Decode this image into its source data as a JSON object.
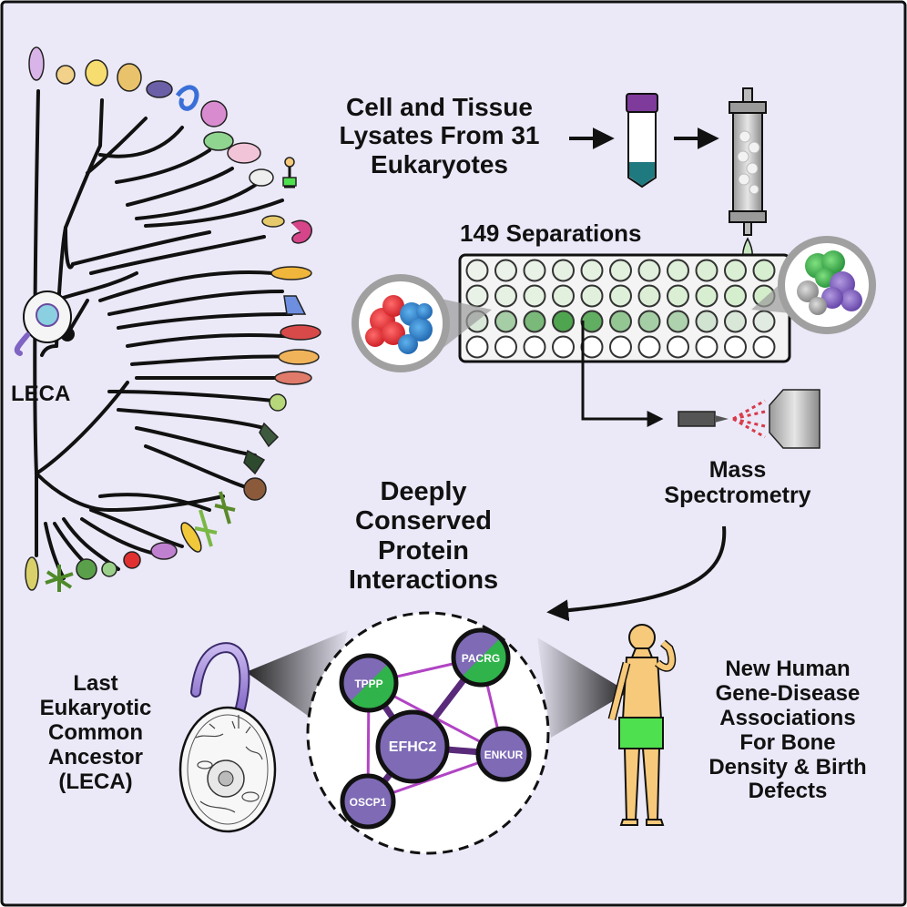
{
  "colors": {
    "background": "#ebe9f7",
    "border": "#111111",
    "purple": "#7e6ab5",
    "green": "#2fb34a",
    "edge": "#b144c4",
    "well_green": "#7fc46f",
    "tube_cap": "#7e3b9b",
    "tube_liquid": "#1f7a80",
    "spray": "#d83a4a",
    "skin": "#f7c97a",
    "shorts": "#4fe04f"
  },
  "labels": {
    "lysates": "Cell and Tissue\nLysates From 31\nEukaryotes",
    "separations": "149 Separations",
    "leca_short": "LECA",
    "mass_spec": "Mass\nSpectrometry",
    "conserved": "Deeply\nConserved\nProtein\nInteractions",
    "leca_full": "Last\nEukaryotic\nCommon\nAncestor\n(LECA)",
    "human": "New Human\nGene-Disease\nAssociations\nFor Bone\nDensity & Birth\nDefects"
  },
  "network": {
    "nodes": [
      {
        "id": "TPPP",
        "label": "TPPP",
        "split": true
      },
      {
        "id": "PACRG",
        "label": "PACRG",
        "split": true
      },
      {
        "id": "EFHC2",
        "label": "EFHC2",
        "split": false
      },
      {
        "id": "ENKUR",
        "label": "ENKUR",
        "split": false
      },
      {
        "id": "OSCP1",
        "label": "OSCP1",
        "split": false
      }
    ]
  }
}
